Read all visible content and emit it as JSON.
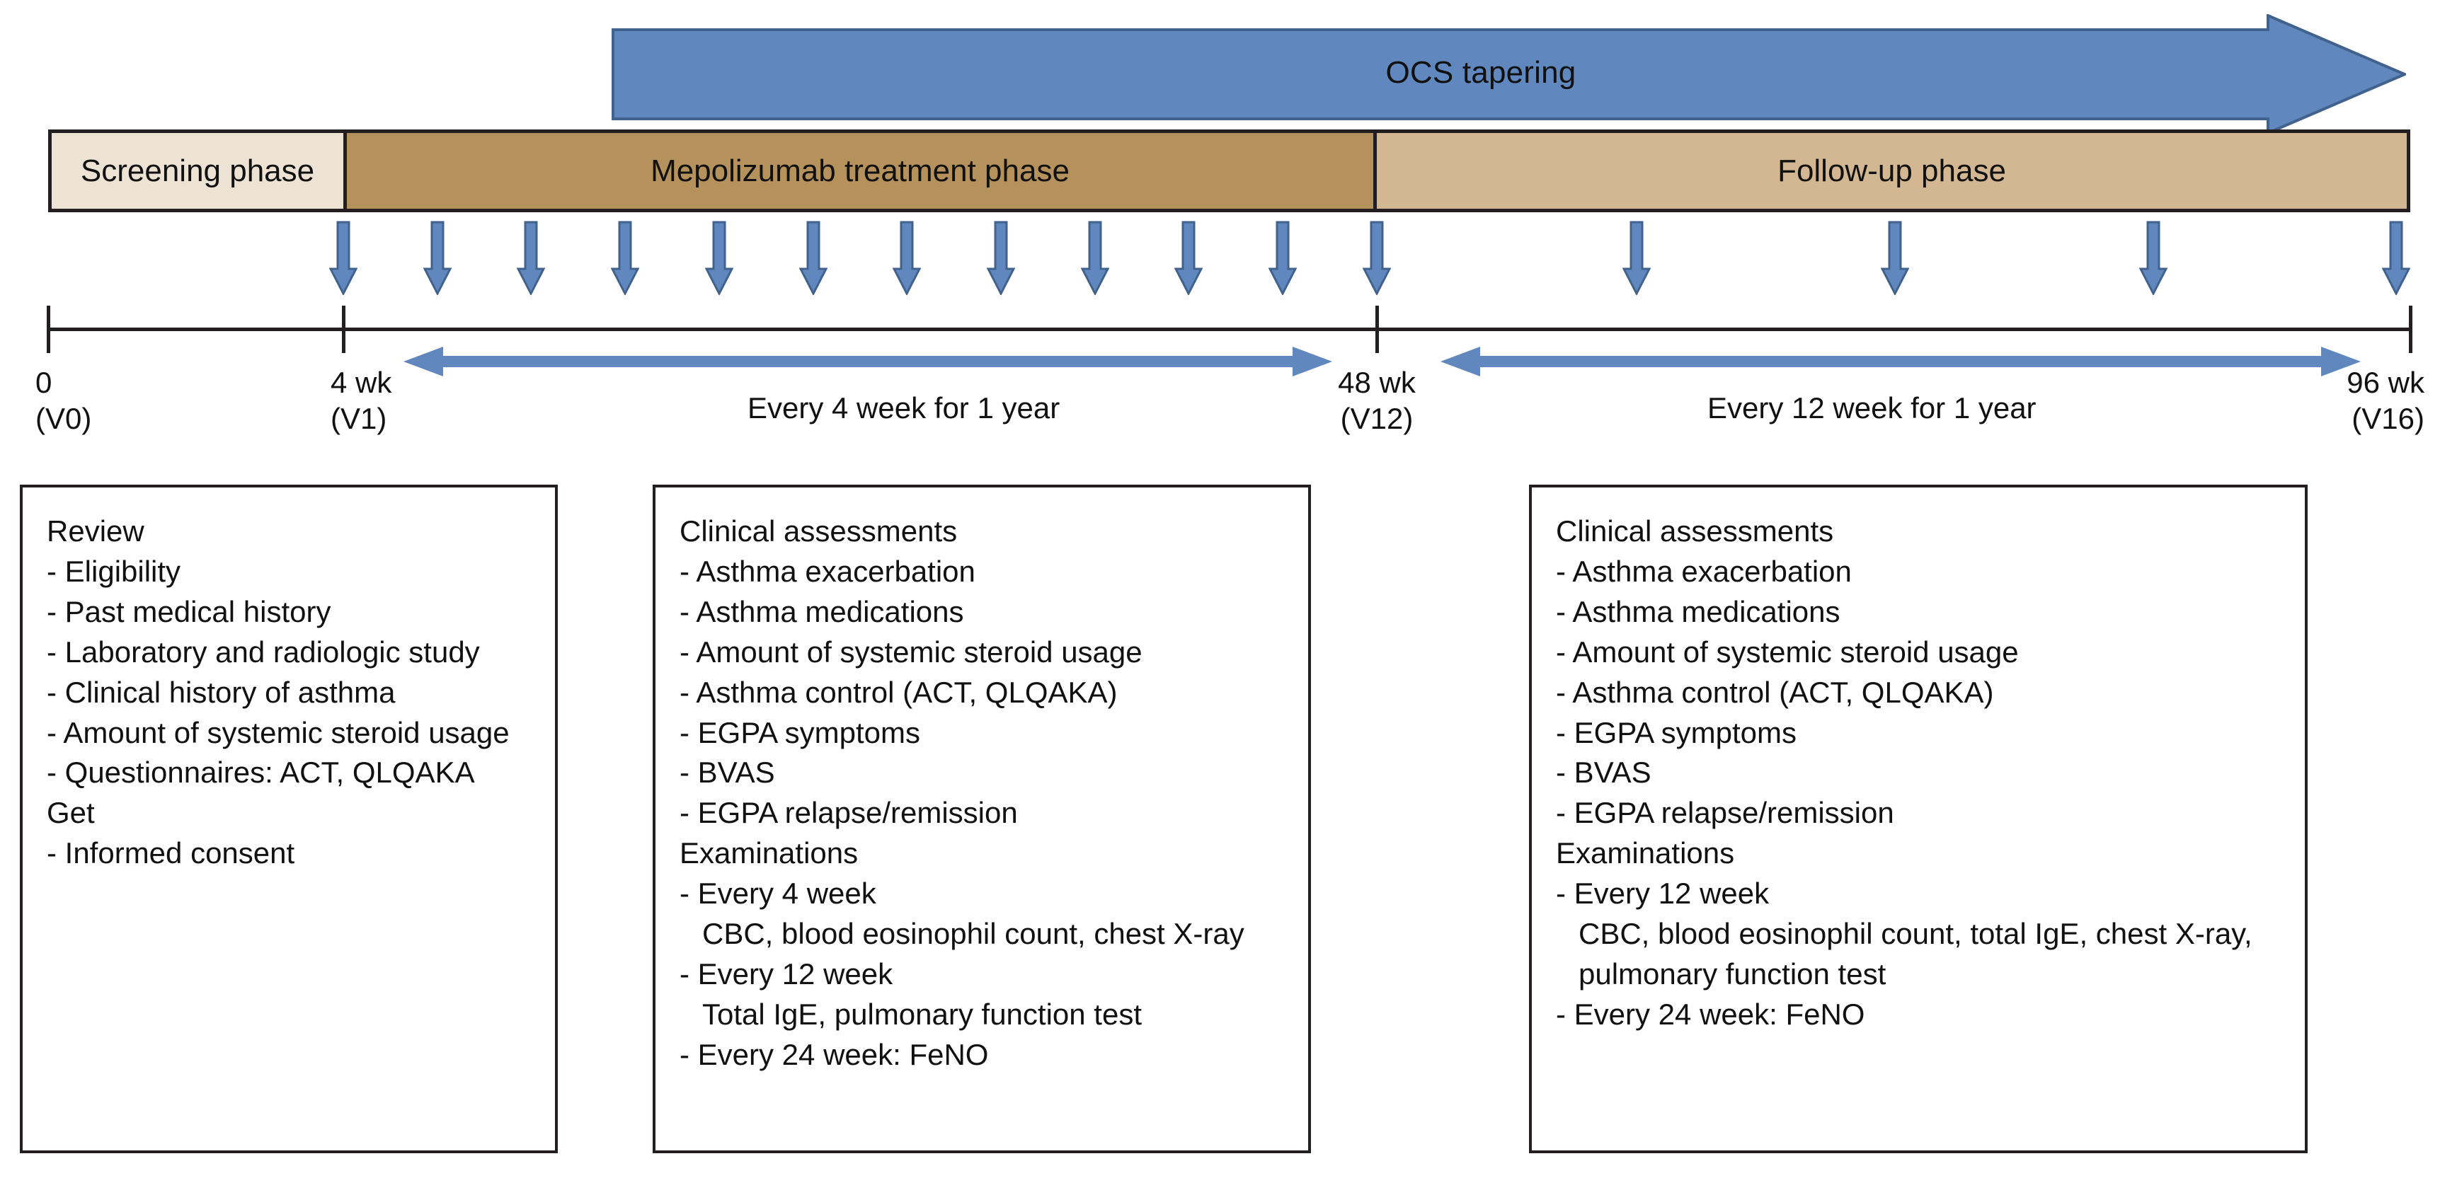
{
  "diagram": {
    "title": "Mepolizumab EGPA study design timeline",
    "colors": {
      "arrow_blue": "#6088bf",
      "arrow_blue_stroke": "#41628c",
      "screening_tan": "#ece3d5",
      "treatment_tan": "#b5915c",
      "followup_tan": "#d3b792",
      "outline": "#231f20"
    }
  },
  "ocs_arrow": {
    "label": "OCS tapering",
    "icon": "right-block-arrow-icon"
  },
  "phases": [
    {
      "id": "screening",
      "label": "Screening phase"
    },
    {
      "id": "treatment",
      "label": "Mepolizumab treatment phase"
    },
    {
      "id": "followup",
      "label": "Follow-up phase"
    }
  ],
  "dose_arrows": {
    "icon": "down-arrow-icon",
    "treatment_count": 12,
    "followup_count": 4
  },
  "timeline": {
    "ticks": [
      {
        "week": "0",
        "visit": "(V0)"
      },
      {
        "week": "4 wk",
        "visit": "(V1)"
      },
      {
        "week": "48 wk",
        "visit": "(V12)"
      },
      {
        "week": "96 wk",
        "visit": "(V16)"
      }
    ],
    "spans": [
      {
        "id": "treatment-span",
        "caption": "Every 4 week for 1 year",
        "icon": "double-headed-arrow-icon"
      },
      {
        "id": "followup-span",
        "caption": "Every 12 week for 1 year",
        "icon": "double-headed-arrow-icon"
      }
    ]
  },
  "boxes": [
    {
      "id": "screening-box",
      "lines": [
        {
          "text": "Review",
          "indent": false
        },
        {
          "text": "- Eligibility",
          "indent": false
        },
        {
          "text": "- Past medical history",
          "indent": false
        },
        {
          "text": "- Laboratory and radiologic study",
          "indent": false
        },
        {
          "text": "- Clinical history of asthma",
          "indent": false
        },
        {
          "text": "- Amount of systemic steroid usage",
          "indent": false
        },
        {
          "text": "- Questionnaires: ACT, QLQAKA",
          "indent": false
        },
        {
          "text": "Get",
          "indent": false
        },
        {
          "text": "- Informed consent",
          "indent": false
        }
      ]
    },
    {
      "id": "treatment-box",
      "lines": [
        {
          "text": "Clinical assessments",
          "indent": false
        },
        {
          "text": "- Asthma exacerbation",
          "indent": false
        },
        {
          "text": "- Asthma medications",
          "indent": false
        },
        {
          "text": "- Amount of systemic steroid usage",
          "indent": false
        },
        {
          "text": "- Asthma control (ACT, QLQAKA)",
          "indent": false
        },
        {
          "text": "- EGPA symptoms",
          "indent": false
        },
        {
          "text": "- BVAS",
          "indent": false
        },
        {
          "text": "- EGPA relapse/remission",
          "indent": false
        },
        {
          "text": "Examinations",
          "indent": false
        },
        {
          "text": "- Every 4 week",
          "indent": false
        },
        {
          "text": "CBC, blood eosinophil count, chest X-ray",
          "indent": true
        },
        {
          "text": "- Every 12 week",
          "indent": false
        },
        {
          "text": "Total IgE, pulmonary function test",
          "indent": true
        },
        {
          "text": "- Every 24 week: FeNO",
          "indent": false
        }
      ]
    },
    {
      "id": "followup-box",
      "lines": [
        {
          "text": "Clinical assessments",
          "indent": false
        },
        {
          "text": "- Asthma exacerbation",
          "indent": false
        },
        {
          "text": "- Asthma medications",
          "indent": false
        },
        {
          "text": "- Amount of systemic steroid usage",
          "indent": false
        },
        {
          "text": "- Asthma control (ACT, QLQAKA)",
          "indent": false
        },
        {
          "text": "- EGPA symptoms",
          "indent": false
        },
        {
          "text": "- BVAS",
          "indent": false
        },
        {
          "text": "- EGPA relapse/remission",
          "indent": false
        },
        {
          "text": "Examinations",
          "indent": false
        },
        {
          "text": "- Every 12 week",
          "indent": false
        },
        {
          "text": "CBC, blood eosinophil count, total IgE, chest X-ray,",
          "indent": true
        },
        {
          "text": "pulmonary function test",
          "indent": true
        },
        {
          "text": "- Every 24 week: FeNO",
          "indent": false
        }
      ]
    }
  ]
}
